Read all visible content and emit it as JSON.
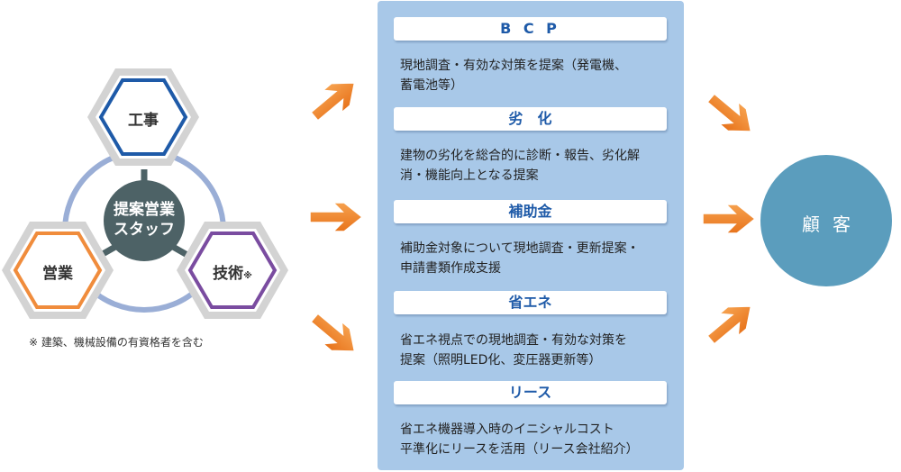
{
  "team": {
    "center_line1": "提案営業",
    "center_line2": "スタッフ",
    "construction": "工事",
    "sales": "営業",
    "technical": "技術",
    "technical_mark": "※",
    "note": "※ 建築、機械設備の有資格者を含む"
  },
  "services": [
    {
      "title": "B C P",
      "body_line1": "現地調査・有効な対策を提案（発電機、",
      "body_line2": "蓄電池等）"
    },
    {
      "title": "劣　化",
      "body_line1": "建物の劣化を総合的に診断・報告、劣化解",
      "body_line2": "消・機能向上となる提案"
    },
    {
      "title": "補助金",
      "body_line1": "補助金対象について現地調査・更新提案・",
      "body_line2": "申請書類作成支援"
    },
    {
      "title": "省エネ",
      "body_line1": "省エネ視点での現地調査・有効な対策を",
      "body_line2": "提案（照明LED化、変圧器更新等）"
    },
    {
      "title": "リース",
      "body_line1": "省エネ機器導入時のイニシャルコスト",
      "body_line2": "平準化にリースを活用（リース会社紹介）"
    }
  ],
  "customer": {
    "label": "顧客"
  },
  "colors": {
    "construction": "#1e5aa8",
    "sales": "#f08c3c",
    "technical": "#7a4ca0",
    "center": "#4d6266",
    "panel": "#a8c8e8",
    "arrow": "#f0862a",
    "customer": "#5b9dbd"
  }
}
